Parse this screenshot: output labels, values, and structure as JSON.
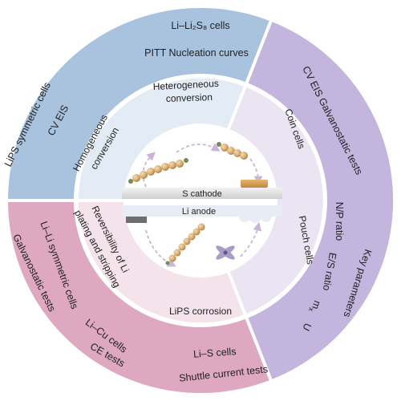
{
  "outer_ring": {
    "top_line1": "Li–Li₂S₈ cells",
    "top_line2": "PITT Nucleation curves",
    "upper_left_line1": "LiPS symmetric cells",
    "upper_left_line2": "CV EIS",
    "right_line1": "CV EIS  Galvanostatic tests",
    "right_np": "N/P ratio",
    "right_es": "E/S ratio",
    "right_mx": "m",
    "right_mx_sub": "x",
    "right_u": "U",
    "right_key": "Key parameters",
    "left_line1": "Li–Li symmetric cells",
    "left_line2": "Galvanostatic tests",
    "bottom_licu": "Li–Cu cells",
    "bottom_ce": "CE tests",
    "bottom_lis": "Li–S cells",
    "bottom_shuttle": "Shuttle current tests"
  },
  "inner_ring": {
    "heterogeneous_line1": "Heterogeneous",
    "heterogeneous_line2": "conversion",
    "homogeneous_line1": "Homogeneous",
    "homogeneous_line2": "conversion",
    "coin_cells": "Coin cells",
    "pouch_cells": "Pouch cells",
    "reversibility_line1": "Reversibility of Li",
    "reversibility_line2": "plating and stripping",
    "lips_corrosion": "LiPS corrosion"
  },
  "center": {
    "s_cathode": "S cathode",
    "li_anode": "Li anode"
  },
  "colors": {
    "blue": "#a9c2dd",
    "purple": "#c4b5de",
    "pink": "#dea9c0",
    "inner_blue": "#e3ebf5",
    "inner_purple": "#ebe5f3",
    "inner_pink": "#f4e3ea",
    "sphere": "#d9ad72",
    "sphere_dark": "#b98a4f",
    "cathode": "#e2e2e2",
    "anode": "#e8edf5",
    "active": "#cf9a4d",
    "arrow": "#c9b5d8"
  },
  "icons": [
    "polysulfide-chain",
    "polysulfide-short-chain",
    "catalyst-sheet",
    "metal-block",
    "x-shaped-crystal",
    "cycle-arrows"
  ]
}
